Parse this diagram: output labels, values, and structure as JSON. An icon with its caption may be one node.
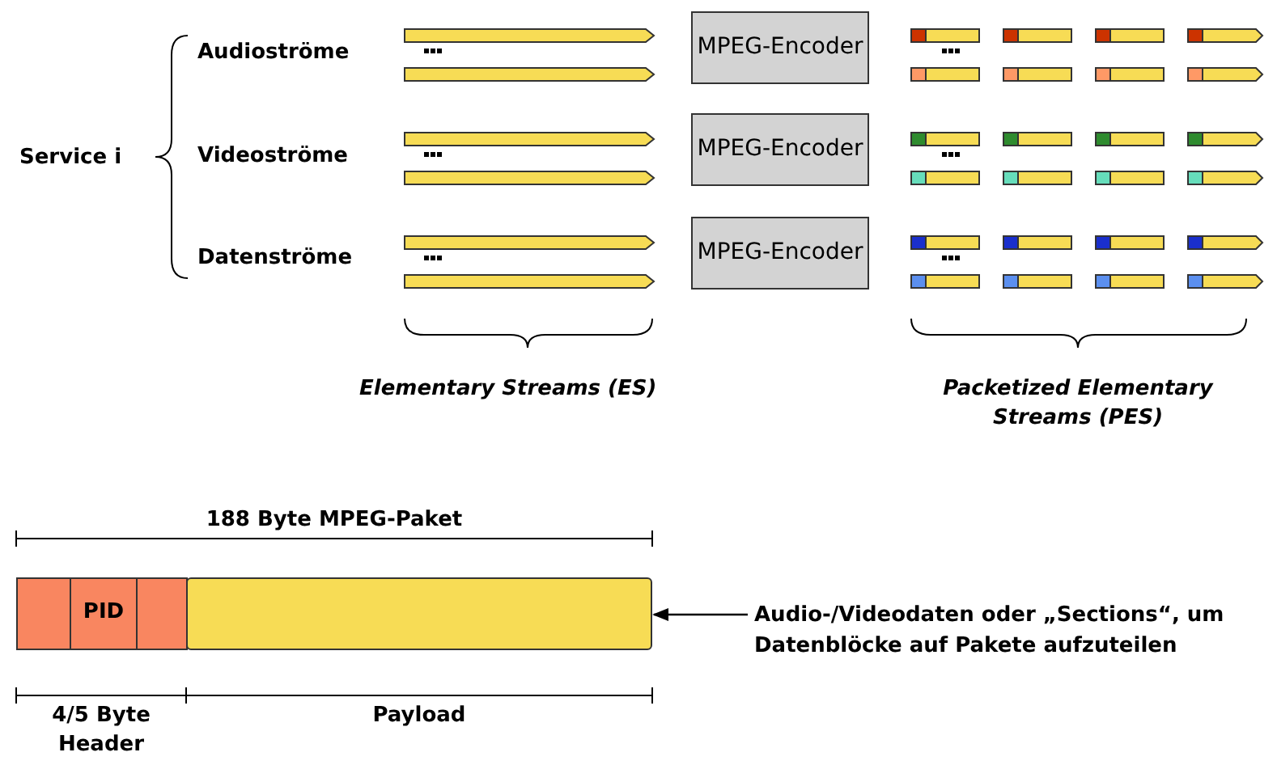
{
  "diagram": {
    "nodes": [
      {
        "text": [
          "MPEG-Encoder"
        ]
      },
      {
        "text": [
          "MPEG-Encoder"
        ]
      },
      {
        "text": [
          "MPEG-Encoder"
        ]
      },
      {
        "text": [],
        "shape": "box"
      },
      {
        "text": [
          "PID"
        ]
      },
      {
        "text": [],
        "shape": "box"
      },
      {
        "text": [],
        "shape": "bar"
      },
      {
        "text": [
          "Audio-/Videodaten oder „Sections“, um Datenblöcke auf Pakete aufzuteilen"
        ]
      }
    ],
    "edges": [
      {
        "from": 7,
        "to": 6,
        "arrow": "to"
      }
    ],
    "labels": [
      "Audioströme",
      "Service i",
      "Videoströme",
      "Datenströme",
      "Elementary Streams (ES)",
      "Packetized Elementary Streams (PES)",
      "188 Byte MPEG-Paket",
      "4/5 Byte Header",
      "Payload"
    ]
  }
}
